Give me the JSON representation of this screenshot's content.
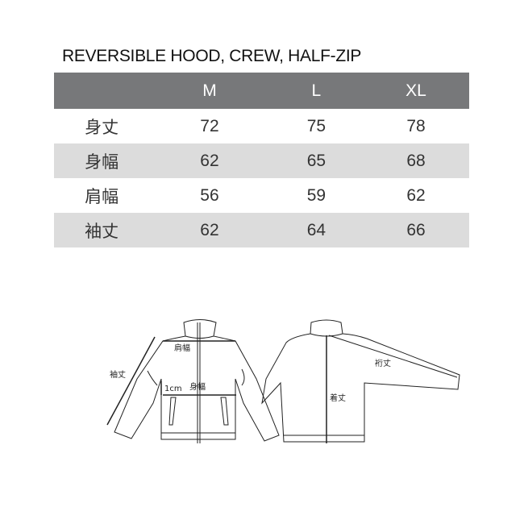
{
  "title": "REVERSIBLE HOOD, CREW, HALF-ZIP",
  "table": {
    "headers": [
      "",
      "M",
      "L",
      "XL"
    ],
    "rows": [
      {
        "label": "身丈",
        "values": [
          "72",
          "75",
          "78"
        ]
      },
      {
        "label": "身幅",
        "values": [
          "62",
          "65",
          "68"
        ]
      },
      {
        "label": "肩幅",
        "values": [
          "56",
          "59",
          "62"
        ]
      },
      {
        "label": "袖丈",
        "values": [
          "62",
          "64",
          "66"
        ]
      }
    ]
  },
  "diagram": {
    "shoulder": "肩幅",
    "sleeve": "袖丈",
    "width": "身幅",
    "offset": "1cm",
    "length": "着丈",
    "yuki": "裄丈"
  },
  "colors": {
    "header": "#77787a",
    "alt_row": "#dcdcdc"
  }
}
